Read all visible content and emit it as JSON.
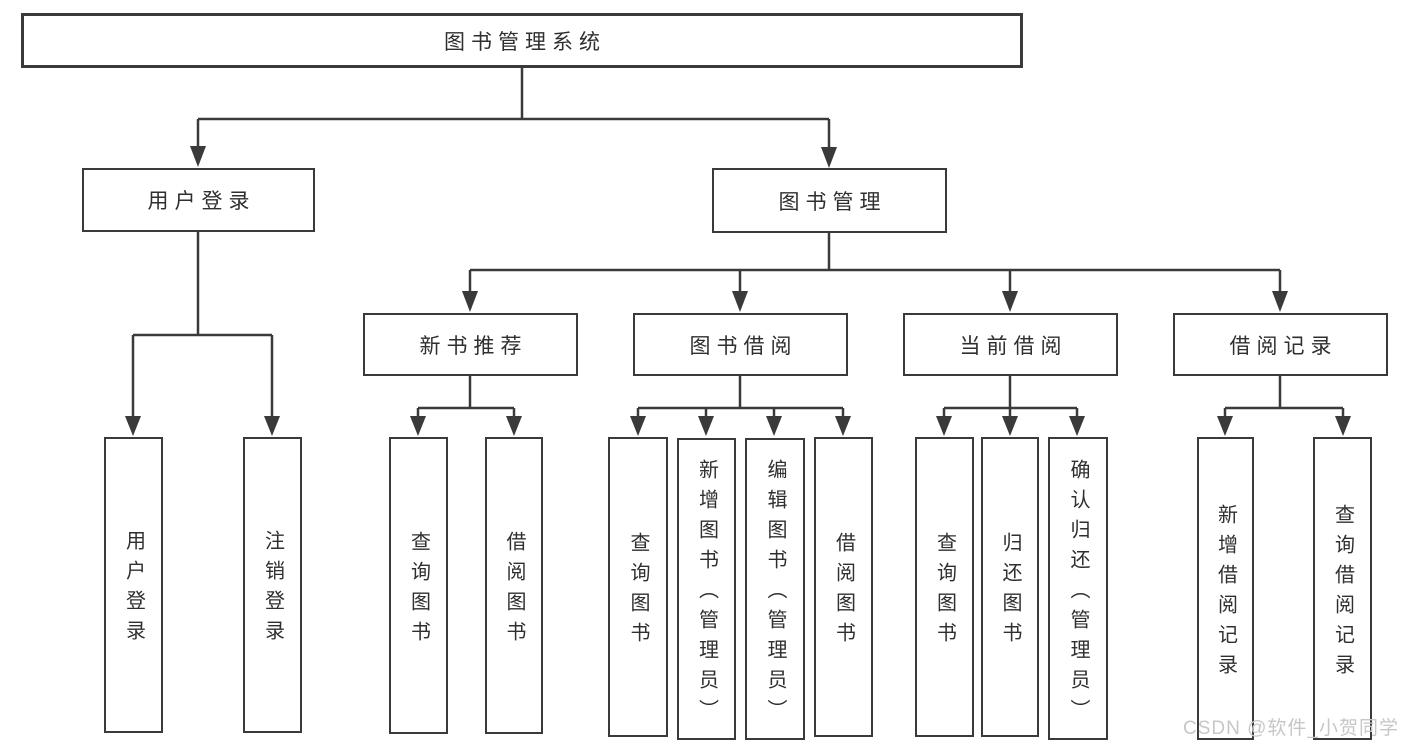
{
  "diagram": {
    "root": {
      "label": "图书管理系统"
    },
    "level2": [
      {
        "label": "用户登录",
        "parent": "图书管理系统"
      },
      {
        "label": "图书管理",
        "parent": "图书管理系统"
      }
    ],
    "level3": [
      {
        "label": "新书推荐",
        "parent": "图书管理"
      },
      {
        "label": "图书借阅",
        "parent": "图书管理"
      },
      {
        "label": "当前借阅",
        "parent": "图书管理"
      },
      {
        "label": "借阅记录",
        "parent": "图书管理"
      }
    ],
    "leaves": [
      {
        "label": "用户登录",
        "parent": "用户登录"
      },
      {
        "label": "注销登录",
        "parent": "用户登录"
      },
      {
        "label": "查询图书",
        "parent": "新书推荐"
      },
      {
        "label": "借阅图书",
        "parent": "新书推荐"
      },
      {
        "label": "查询图书",
        "parent": "图书借阅"
      },
      {
        "label": "新增图书（管理员）",
        "parent": "图书借阅"
      },
      {
        "label": "编辑图书（管理员）",
        "parent": "图书借阅"
      },
      {
        "label": "借阅图书",
        "parent": "图书借阅"
      },
      {
        "label": "查询图书",
        "parent": "当前借阅"
      },
      {
        "label": "归还图书",
        "parent": "当前借阅"
      },
      {
        "label": "确认归还（管理员）",
        "parent": "当前借阅"
      },
      {
        "label": "新增借阅记录",
        "parent": "借阅记录"
      },
      {
        "label": "查询借阅记录",
        "parent": "借阅记录"
      }
    ]
  },
  "watermark": {
    "text": "CSDN @软件_小贺同学"
  },
  "colors": {
    "line": "#3a3a3a",
    "border": "#3a3a3a",
    "text": "#2f2f2f",
    "watermark": "#c7c7c7",
    "background": "#ffffff"
  }
}
